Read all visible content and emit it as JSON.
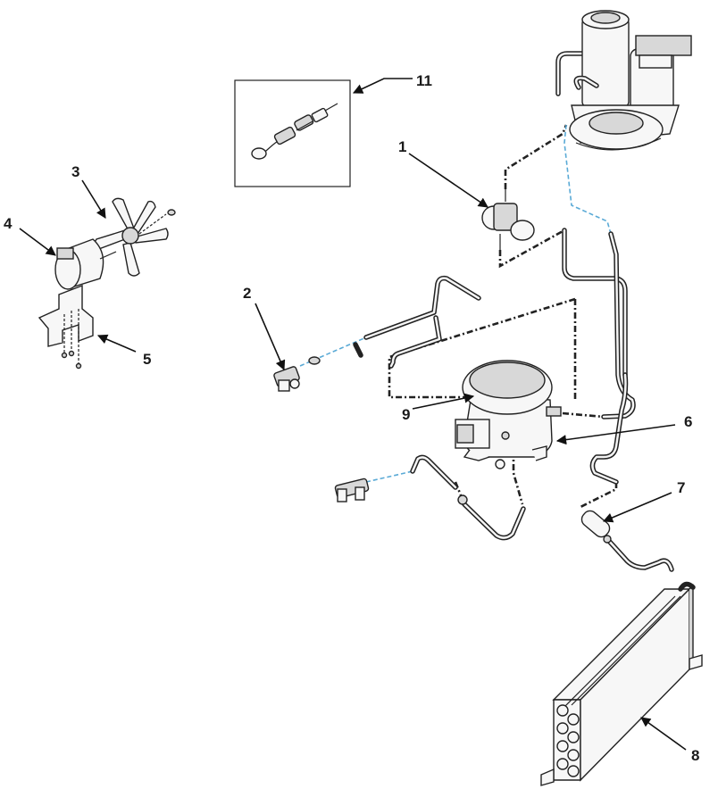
{
  "callouts": [
    {
      "id": "1",
      "label": "1"
    },
    {
      "id": "2",
      "label": "2"
    },
    {
      "id": "3",
      "label": "3"
    },
    {
      "id": "4",
      "label": "4"
    },
    {
      "id": "5",
      "label": "5"
    },
    {
      "id": "6",
      "label": "6"
    },
    {
      "id": "7",
      "label": "7"
    },
    {
      "id": "8",
      "label": "8"
    },
    {
      "id": "9",
      "label": "9"
    },
    {
      "id": "11",
      "label": "11"
    }
  ]
}
